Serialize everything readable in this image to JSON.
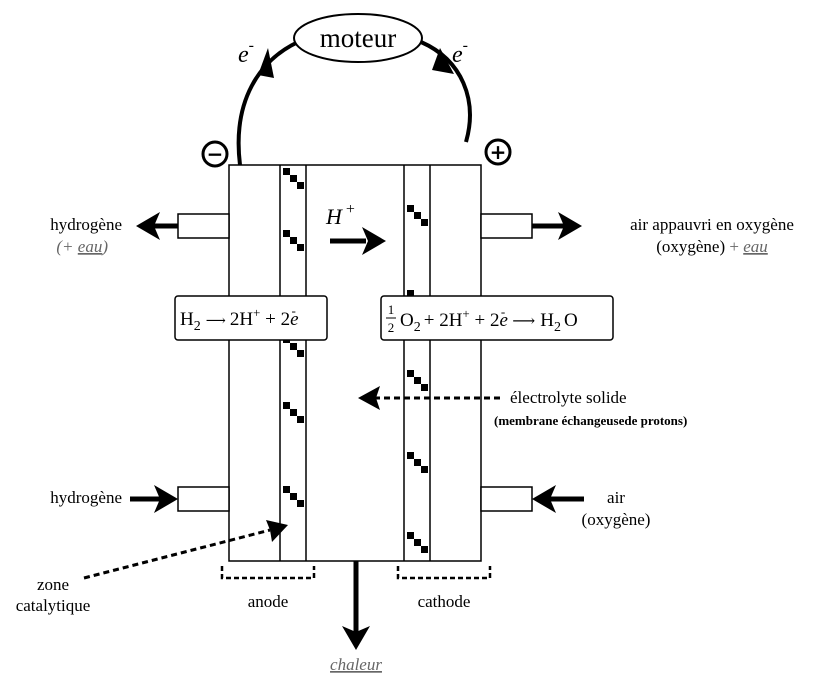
{
  "motor": {
    "label": "moteur"
  },
  "electron": {
    "left": "e",
    "right": "e",
    "sup": "-"
  },
  "terminals": {
    "negative": "−",
    "positive": "+"
  },
  "proton": {
    "label": "H",
    "sup": "+"
  },
  "anode_reaction": {
    "h2": "H",
    "h2_sub": "2",
    "prod": "2H",
    "prod_sup": "+",
    "plus": " + 2",
    "e": "e",
    "e_sup": "-"
  },
  "cathode_reaction": {
    "half_num": "1",
    "half_den": "2",
    "o2": "O",
    "o2_sub": "2",
    "mid": "+ 2H",
    "mid_sup": "+",
    "plus": " + 2",
    "e": "e",
    "e_sup": "-",
    "h2o_h": "H",
    "h2o_sub": "2",
    "h2o_o": "O"
  },
  "labels": {
    "hydrogen_out": "hydrogène",
    "hydrogen_out_extra_prefix": "(+ ",
    "hydrogen_out_extra_eau": "eau",
    "hydrogen_out_extra_suffix": ")",
    "air_out_line1": "air appauvri en oxygène",
    "air_out_line2": "(oxygène)",
    "air_out_plus": " + ",
    "air_out_eau": "eau",
    "electrolyte": "électrolyte solide",
    "membrane": "(membrane échangeusede protons)",
    "hydrogen_in": "hydrogène",
    "air_in_line1": "air",
    "air_in_line2": "(oxygène)",
    "zone_line1": "zone",
    "zone_line2": "catalytique",
    "anode": "anode",
    "cathode": "cathode",
    "heat": "chaleur"
  }
}
